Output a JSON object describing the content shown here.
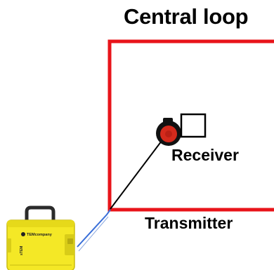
{
  "title": "Central loop",
  "labels": {
    "receiver": "Receiver",
    "transmitter": "Transmitter"
  },
  "device": {
    "brand": "TEMcompany",
    "model": "sTEM"
  },
  "colors": {
    "loop": "#e8141a",
    "receiver_coil": "#d42a1c",
    "device_body": "#f4e826",
    "cable_blue": "#3a6fd8",
    "wire": "#000000"
  },
  "icons": {
    "receiver_coil": "receiver-coil-icon",
    "receiver_square": "square-outline-icon",
    "device": "transmitter-device-icon"
  }
}
